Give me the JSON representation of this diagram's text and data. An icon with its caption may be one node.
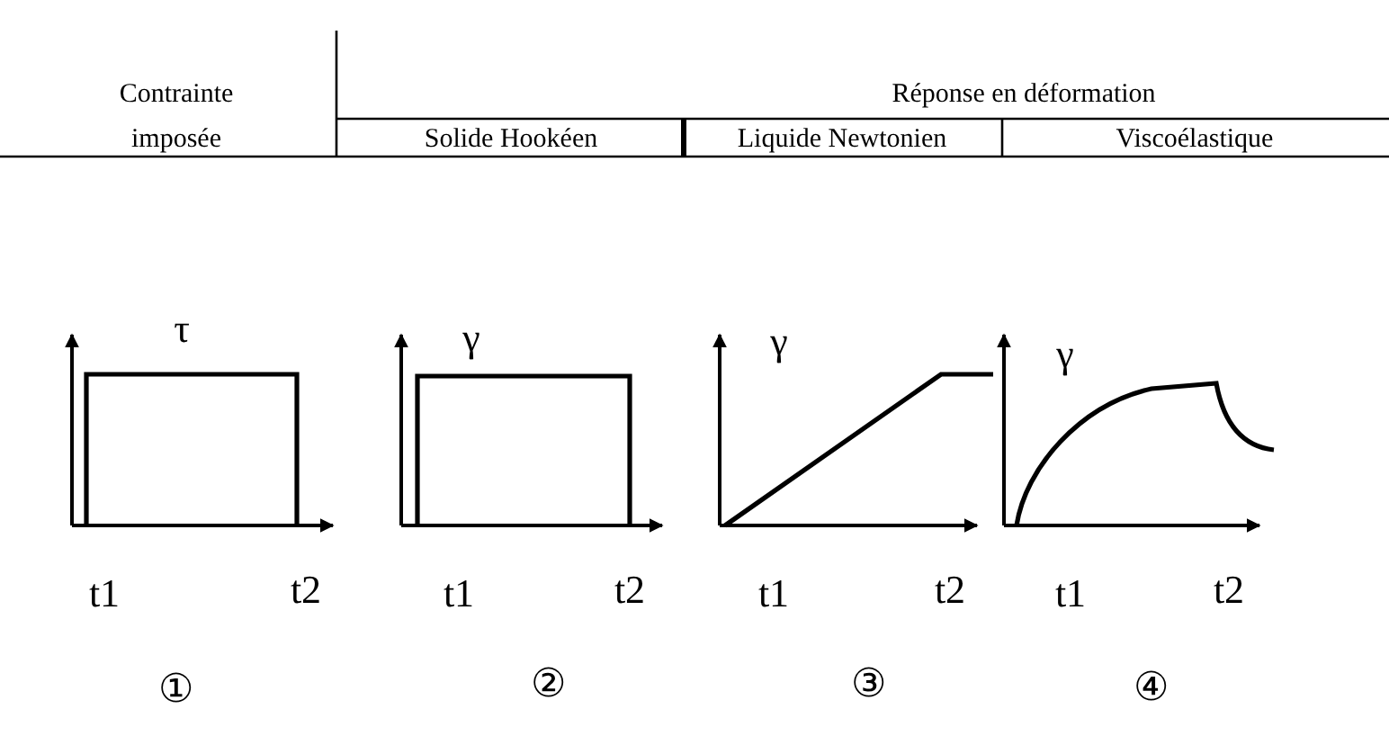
{
  "diagram": {
    "labels": [
      "Contrainte",
      "Réponse en déformation",
      "imposée",
      "Solide Hookéen",
      "Liquide Newtonien",
      "Viscoélastique",
      "τ",
      "γ",
      "γ",
      "γ",
      "t1",
      "t2",
      "t1",
      "t2",
      "t1",
      "t2",
      "t1",
      "t2",
      "①",
      "②",
      "③",
      "④"
    ]
  }
}
